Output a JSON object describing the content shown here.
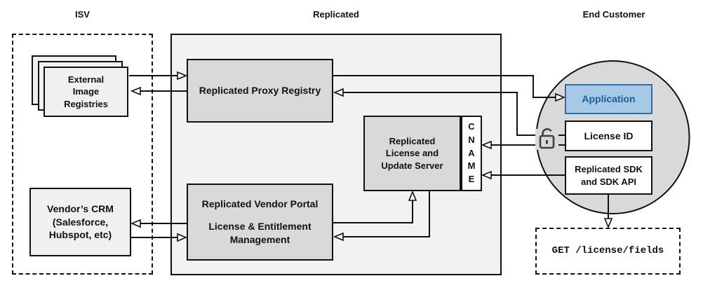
{
  "sections": {
    "isv": {
      "title": "ISV"
    },
    "replicated": {
      "title": "Replicated"
    },
    "end_customer": {
      "title": "End Customer"
    }
  },
  "nodes": {
    "external_image_registries": {
      "label": "External\nImage\nRegistries"
    },
    "proxy_registry": {
      "label": "Replicated Proxy Registry"
    },
    "license_update_server": {
      "label": "Replicated\nLicense and\nUpdate Server"
    },
    "cname": {
      "label": "CNAME"
    },
    "vendor_portal": {
      "title": "Replicated Vendor Portal",
      "subtitle": "License & Entitlement\nManagement"
    },
    "vendor_crm": {
      "label": "Vendor’s CRM\n(Salesforce,\nHubspot, etc)"
    },
    "application": {
      "label": "Application"
    },
    "license_id": {
      "label": "License ID"
    },
    "replicated_sdk": {
      "label": "Replicated SDK\nand SDK API"
    },
    "get_license_fields": {
      "label": "GET /license/fields"
    }
  },
  "icons": {
    "lock": "unlocked-padlock"
  },
  "colors": {
    "section_fill": "#f2f2f2",
    "node_fill": "#d9d9d9",
    "stack_fill": "#f0f0f0",
    "plain_fill": "#ffffff",
    "application_fill": "#a7c9e8",
    "application_border": "#2d6ea6",
    "application_text": "#1d5d9b",
    "line_color": "#111111"
  }
}
